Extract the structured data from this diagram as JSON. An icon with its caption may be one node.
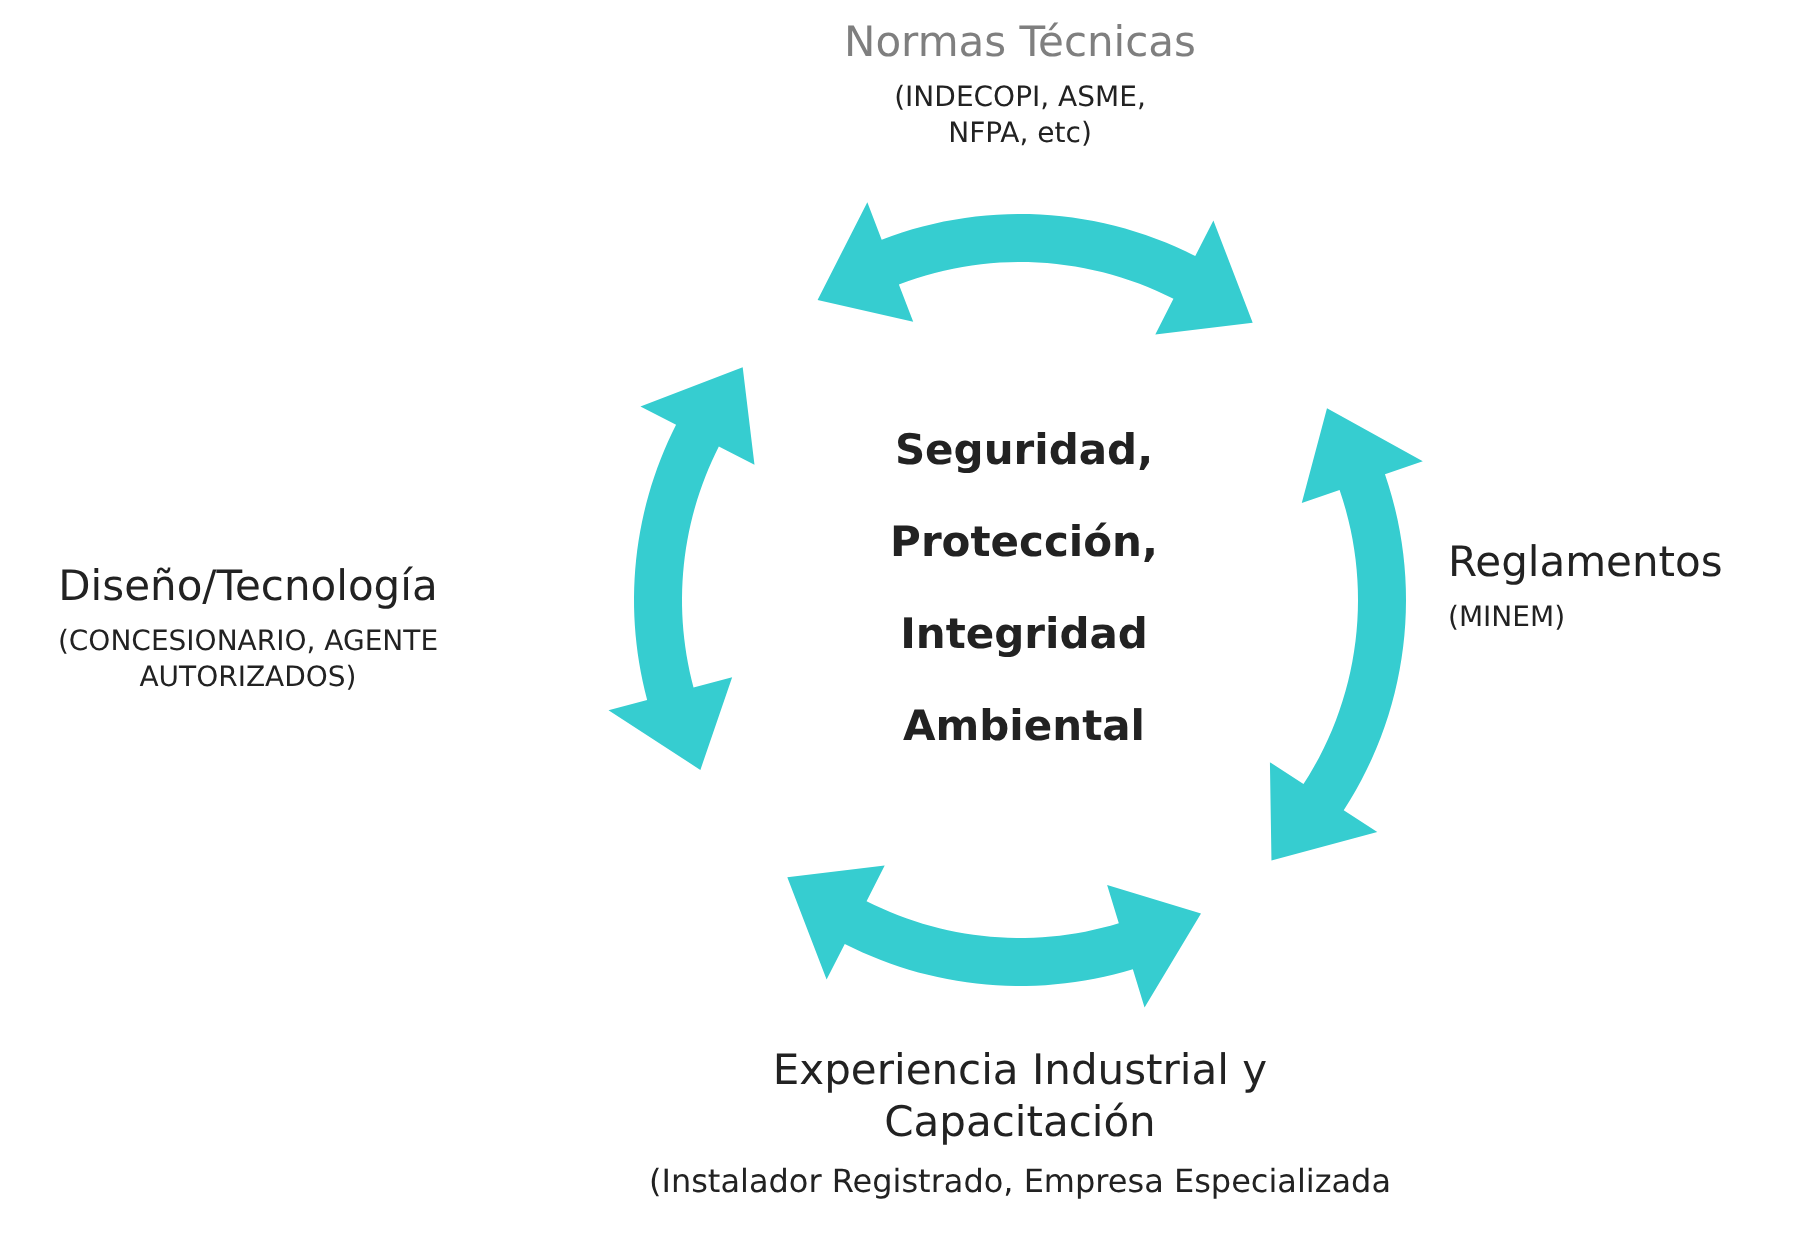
{
  "diagram": {
    "nodes": [
      {
        "text": [
          "Normas Técnicas",
          "(INDECOPI, ASME, NFPA, etc)"
        ]
      },
      {
        "text": [
          "Reglamentos",
          "(MINEM)"
        ]
      },
      {
        "text": [
          "Experiencia Industrial y Capacitación",
          "(Instalador Registrado, Empresa Especializada"
        ]
      },
      {
        "text": [
          "Diseño/Tecnología",
          "(CONCESIONARIO, AGENTE AUTORIZADOS)"
        ]
      },
      {
        "text": [
          "Seguridad, Protección, Integridad Ambiental"
        ]
      }
    ]
  }
}
